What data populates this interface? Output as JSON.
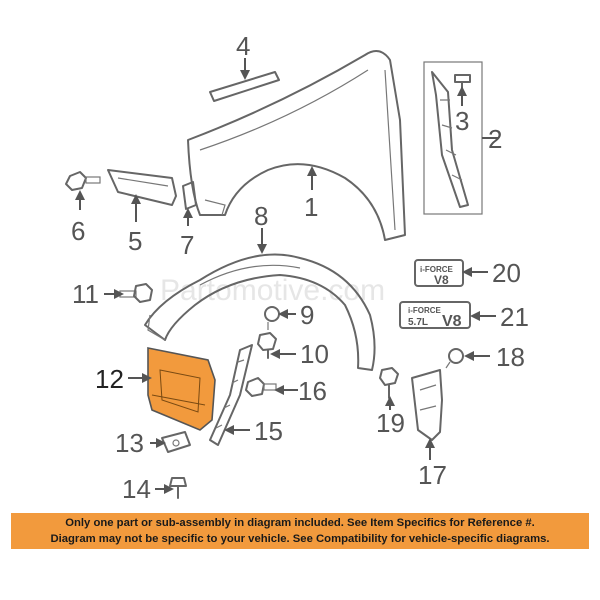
{
  "watermark": "Partomotive.com",
  "badges": {
    "badge_20": {
      "brand": "i-FORCE",
      "engine": "V8"
    },
    "badge_21": {
      "brand": "i-FORCE",
      "displacement": "5.7L",
      "engine": "V8"
    }
  },
  "callouts": [
    "1",
    "2",
    "3",
    "4",
    "5",
    "6",
    "7",
    "8",
    "9",
    "10",
    "11",
    "12",
    "13",
    "14",
    "15",
    "16",
    "17",
    "18",
    "19",
    "20",
    "21"
  ],
  "highlighted_part": "12",
  "colors": {
    "highlight": "#f29a3d",
    "line": "#666666",
    "label": "#555555"
  },
  "notice": {
    "line1": "Only one part or sub-assembly in diagram included. See Item Specifics for Reference #.",
    "line2": "Diagram may not be specific to your vehicle. See Compatibility for vehicle-specific diagrams."
  }
}
